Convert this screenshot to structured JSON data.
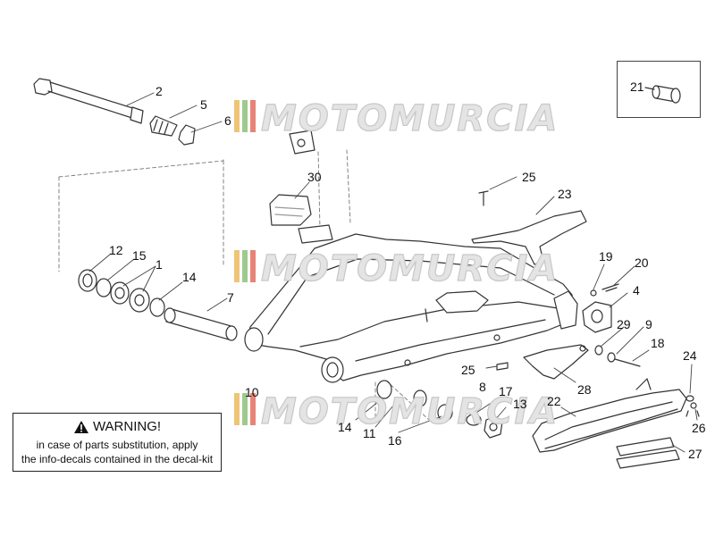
{
  "watermark": {
    "text": "MOTOMURCIA",
    "stripe_colors": [
      "#e8b04a",
      "#7fb86a",
      "#e05a4a"
    ]
  },
  "callouts": [
    {
      "id": "c2",
      "label": "2"
    },
    {
      "id": "c5",
      "label": "5"
    },
    {
      "id": "c6",
      "label": "6"
    },
    {
      "id": "c30",
      "label": "30"
    },
    {
      "id": "c25a",
      "label": "25"
    },
    {
      "id": "c23",
      "label": "23"
    },
    {
      "id": "c21",
      "label": "21"
    },
    {
      "id": "c12",
      "label": "12"
    },
    {
      "id": "c15",
      "label": "15"
    },
    {
      "id": "c1",
      "label": "1"
    },
    {
      "id": "c14a",
      "label": "14"
    },
    {
      "id": "c7",
      "label": "7"
    },
    {
      "id": "c19",
      "label": "19"
    },
    {
      "id": "c20",
      "label": "20"
    },
    {
      "id": "c4",
      "label": "4"
    },
    {
      "id": "c29",
      "label": "29"
    },
    {
      "id": "c9",
      "label": "9"
    },
    {
      "id": "c18",
      "label": "18"
    },
    {
      "id": "c25b",
      "label": "25"
    },
    {
      "id": "c28",
      "label": "28"
    },
    {
      "id": "c8",
      "label": "8"
    },
    {
      "id": "c17",
      "label": "17"
    },
    {
      "id": "c13",
      "label": "13"
    },
    {
      "id": "c22",
      "label": "22"
    },
    {
      "id": "c24",
      "label": "24"
    },
    {
      "id": "c26",
      "label": "26"
    },
    {
      "id": "c27",
      "label": "27"
    },
    {
      "id": "c14b",
      "label": "14"
    },
    {
      "id": "c11",
      "label": "11"
    },
    {
      "id": "c16",
      "label": "16"
    },
    {
      "id": "c10",
      "label": "10"
    }
  ],
  "warning": {
    "title": "WARNING!",
    "line1": "in case of parts substitution, apply",
    "line2": "the info-decals contained in the decal-kit"
  }
}
